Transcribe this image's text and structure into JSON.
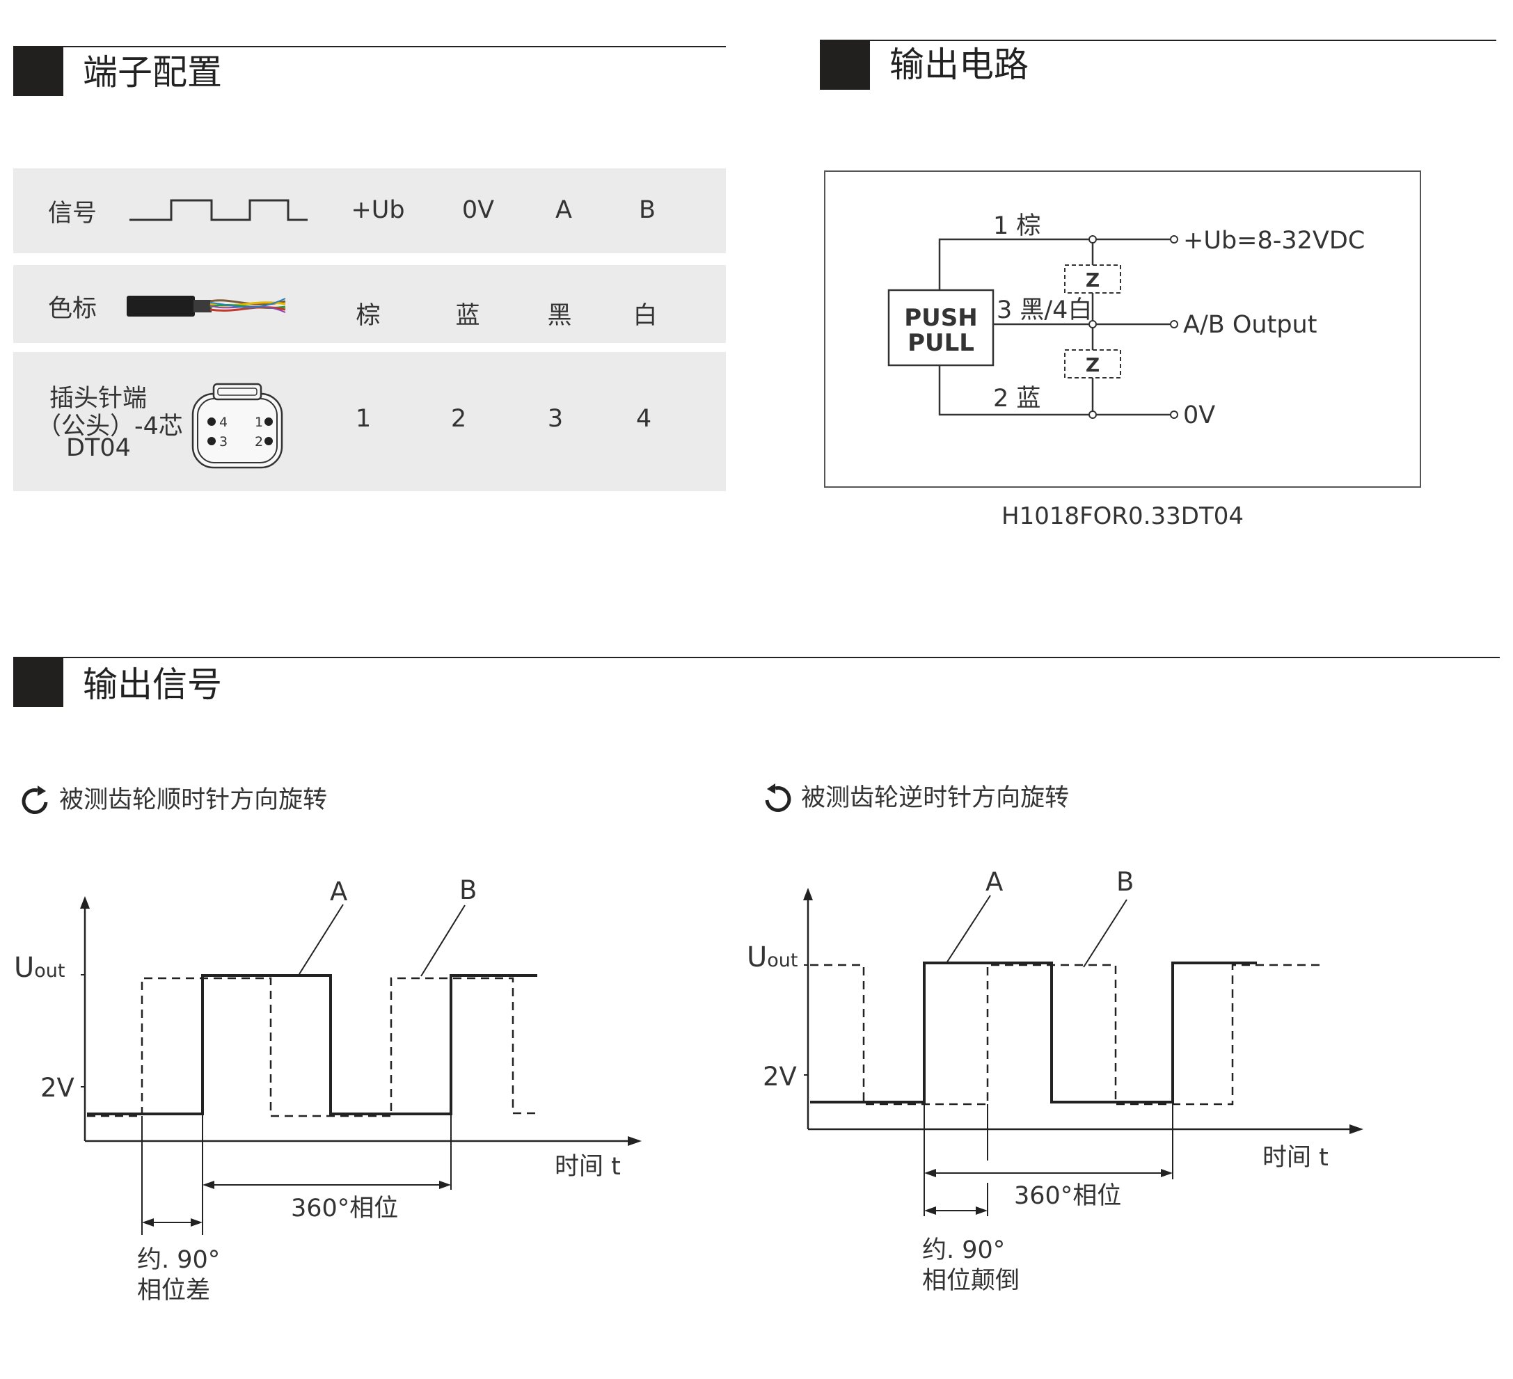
{
  "sections": {
    "terminal": "端子配置",
    "circuit": "输出电路",
    "signal": "输出信号"
  },
  "terminal_table": {
    "rows": [
      {
        "label": "信号",
        "values": [
          "+Ub",
          "0V",
          "A",
          "B"
        ]
      },
      {
        "label": "色标",
        "values": [
          "棕",
          "蓝",
          "黑",
          "白"
        ]
      },
      {
        "label_lines": [
          "插头针端",
          "（公头）-4芯",
          "DT04"
        ],
        "values": [
          "1",
          "2",
          "3",
          "4"
        ]
      }
    ],
    "connector_pins": [
      "4",
      "1",
      "3",
      "2"
    ]
  },
  "circuit": {
    "block_lines": [
      "PUSH",
      "PULL"
    ],
    "wire1": "1 棕",
    "wire3": "3 黑/4白",
    "wire2": "2 蓝",
    "zener": "Z",
    "out_ub": "+Ub=8-32VDC",
    "out_ab": "A/B Output",
    "out_0v": "0V",
    "model": "H1018FOR0.33DT04"
  },
  "signals": {
    "left": {
      "heading": "被测齿轮顺时针方向旋转",
      "label_a": "A",
      "label_b": "B",
      "y_label_main": "U",
      "y_label_sub": "out",
      "y_tick": "2V",
      "x_label": "时间 t",
      "phase360": "360°相位",
      "phase90_lines": [
        "约. 90°",
        "相位差"
      ]
    },
    "right": {
      "heading": "被测齿轮逆时针方向旋转",
      "label_a": "A",
      "label_b": "B",
      "y_label_main": "U",
      "y_label_sub": "out",
      "y_tick": "2V",
      "x_label": "时间 t",
      "phase360": "360°相位",
      "phase90_lines": [
        "约. 90°",
        "相位颠倒"
      ]
    }
  }
}
